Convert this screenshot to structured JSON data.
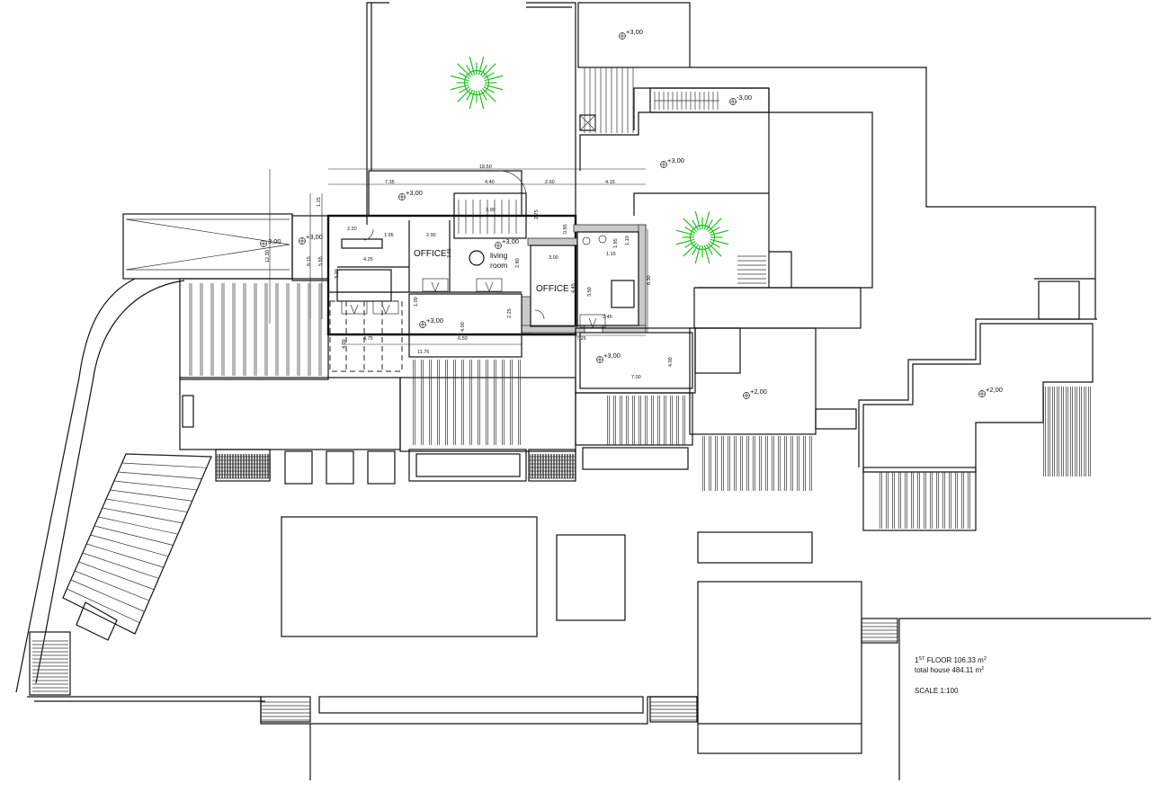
{
  "drawing": {
    "rooms": [
      "OFFICE",
      "living",
      "room",
      "OFFICE"
    ],
    "levels": [
      "+3,00",
      "+3,00",
      "3,00",
      "+3,00",
      "+3,00",
      "+3,00",
      "+3,00",
      "-3,00",
      "+3,00",
      "+2,00",
      "+2,00"
    ],
    "dimensions": [
      "18.50",
      "7.35",
      "4.40",
      "2.60",
      "4.15",
      "3.90",
      "2.20",
      "1.95",
      "2.90",
      "3.65",
      "4.25",
      "3.20",
      "12.30",
      "8.15",
      "5.65",
      "1.25",
      "2.75",
      "0.85",
      "3.00",
      "2.80",
      "4.45",
      "3.50",
      "6.30",
      "2.45",
      "1.00",
      "2.25",
      "4.00",
      "4.75",
      "6.50",
      "7.25",
      "4.00",
      "11.75",
      "7.00",
      "4.00",
      "1.10",
      "1.95",
      "1.15"
    ],
    "colors": {
      "trees": "#1fc21f",
      "lines": "#111111",
      "stone_walls": "#c9c9c9"
    }
  },
  "legend": {
    "floor_prefix": "1",
    "floor_sup": "ST",
    "floor_text": " FLOOR 106.33 m",
    "total_text": "total house 484.11 m",
    "area_sup": "2",
    "scale": "SCALE 1:100"
  }
}
